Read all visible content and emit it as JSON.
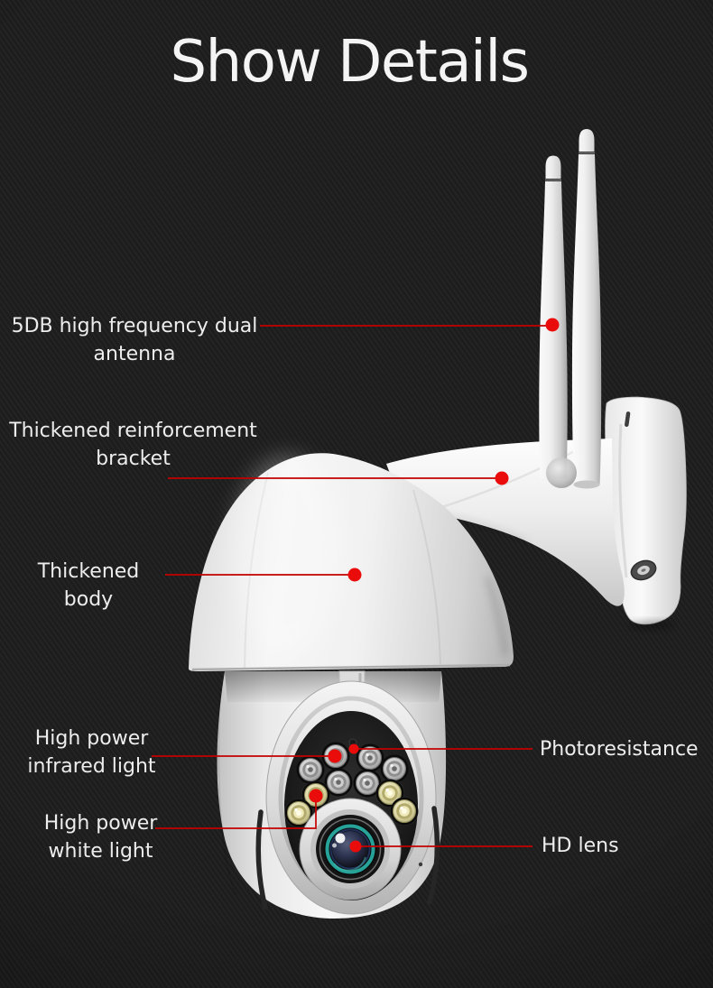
{
  "title": "Show Details",
  "colors": {
    "background": "#1d1d1d",
    "accent_red_line": "#c40000",
    "accent_red_dot": "#ea0b0b",
    "label_text": "#ededed",
    "camera_white": "#f2f2f2",
    "lens_teal": "#2ab3a8"
  },
  "callouts": {
    "antenna": {
      "label": "5DB high frequency dual\nantenna"
    },
    "bracket": {
      "label": "Thickened reinforcement\nbracket"
    },
    "body": {
      "label": "Thickened body"
    },
    "infrared_light": {
      "label": "High power\ninfrared light"
    },
    "white_light": {
      "label": "High power\nwhite light"
    },
    "photoresistance": {
      "label": "Photoresistance"
    },
    "hd_lens": {
      "label": "HD lens"
    }
  }
}
